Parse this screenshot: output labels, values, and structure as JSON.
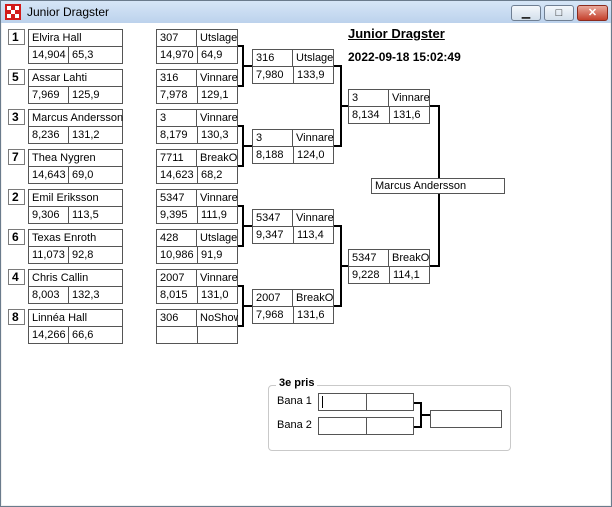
{
  "window": {
    "title": "Junior Dragster"
  },
  "header": {
    "title": "Junior Dragster",
    "timestamp": "2022-09-18 15:02:49"
  },
  "round1": [
    {
      "seed": "1",
      "name": "Elvira Hall",
      "et": "14,904",
      "speed": "65,3"
    },
    {
      "seed": "5",
      "name": "Assar Lahti",
      "et": "7,969",
      "speed": "125,9"
    },
    {
      "seed": "3",
      "name": "Marcus Andersson",
      "et": "8,236",
      "speed": "131,2"
    },
    {
      "seed": "7",
      "name": "Thea Nygren",
      "et": "14,643",
      "speed": "69,0"
    },
    {
      "seed": "2",
      "name": "Emil Eriksson",
      "et": "9,306",
      "speed": "113,5"
    },
    {
      "seed": "6",
      "name": "Texas Enroth",
      "et": "11,073",
      "speed": "92,8"
    },
    {
      "seed": "4",
      "name": "Chris Callin",
      "et": "8,003",
      "speed": "132,3"
    },
    {
      "seed": "8",
      "name": "Linnéa Hall",
      "et": "14,266",
      "speed": "66,6"
    }
  ],
  "round2": [
    {
      "number": "307",
      "result": "Utslagen",
      "et": "14,970",
      "speed": "64,9"
    },
    {
      "number": "316",
      "result": "Vinnare",
      "et": "7,978",
      "speed": "129,1"
    },
    {
      "number": "3",
      "result": "Vinnare",
      "et": "8,179",
      "speed": "130,3"
    },
    {
      "number": "7711",
      "result": "BreakOut",
      "et": "14,623",
      "speed": "68,2"
    },
    {
      "number": "5347",
      "result": "Vinnare",
      "et": "9,395",
      "speed": "111,9"
    },
    {
      "number": "428",
      "result": "Utslagen",
      "et": "10,986",
      "speed": "91,9"
    },
    {
      "number": "2007",
      "result": "Vinnare",
      "et": "8,015",
      "speed": "131,0"
    },
    {
      "number": "306",
      "result": "NoShow",
      "et": "",
      "speed": ""
    }
  ],
  "round3": [
    {
      "number": "316",
      "result": "Utslagen",
      "et": "7,980",
      "speed": "133,9"
    },
    {
      "number": "3",
      "result": "Vinnare",
      "et": "8,188",
      "speed": "124,0"
    },
    {
      "number": "5347",
      "result": "Vinnare",
      "et": "9,347",
      "speed": "113,4"
    },
    {
      "number": "2007",
      "result": "BreakOut",
      "et": "7,968",
      "speed": "131,6"
    }
  ],
  "round4": [
    {
      "number": "3",
      "result": "Vinnare",
      "et": "8,134",
      "speed": "131,6"
    },
    {
      "number": "5347",
      "result": "BreakOut",
      "et": "9,228",
      "speed": "114,1"
    }
  ],
  "winner": {
    "name": "Marcus Andersson"
  },
  "third_place": {
    "title": "3e pris",
    "lane1_label": "Bana 1",
    "lane2_label": "Bana 2"
  }
}
